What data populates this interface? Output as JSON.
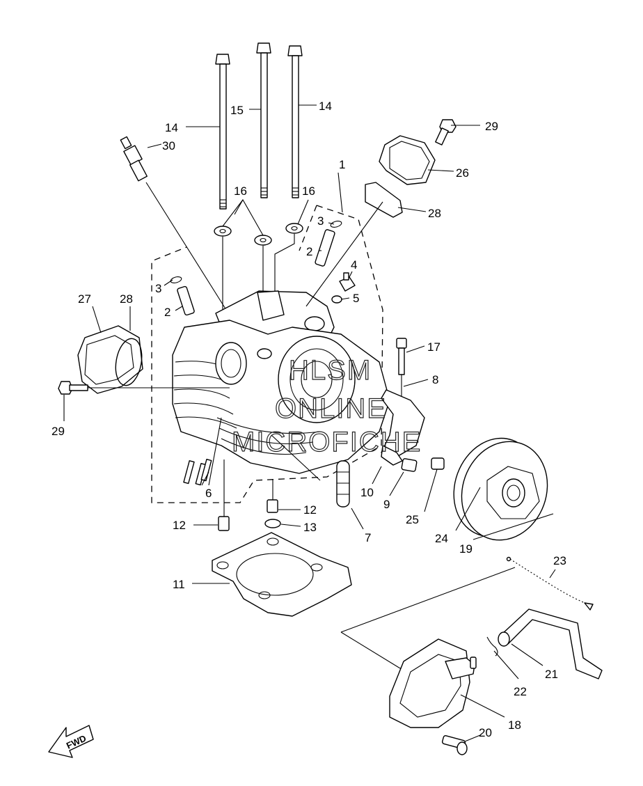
{
  "diagram": {
    "callouts": {
      "c1": "1",
      "c2a": "2",
      "c2b": "2",
      "c3a": "3",
      "c3b": "3",
      "c4": "4",
      "c5": "5",
      "c6": "6",
      "c7": "7",
      "c8": "8",
      "c9": "9",
      "c10": "10",
      "c11": "11",
      "c12a": "12",
      "c12b": "12",
      "c13": "13",
      "c14a": "14",
      "c14b": "14",
      "c15": "15",
      "c16a": "16",
      "c16b": "16",
      "c17": "17",
      "c18": "18",
      "c19": "19",
      "c20": "20",
      "c21": "21",
      "c22": "22",
      "c23": "23",
      "c24": "24",
      "c25": "25",
      "c26": "26",
      "c27": "27",
      "c28a": "28",
      "c28b": "28",
      "c29a": "29",
      "c29b": "29",
      "c30": "30"
    },
    "watermark": [
      "HLSM",
      "ONLINE",
      "MICROFICHE"
    ],
    "fwd_label": "FWD"
  }
}
